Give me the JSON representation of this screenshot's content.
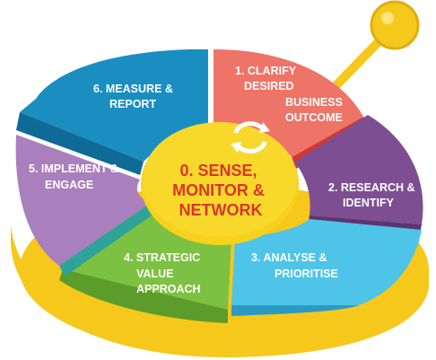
{
  "center": {
    "lines": [
      "0. SENSE,",
      "MONITOR &",
      "NETWORK"
    ],
    "icon": "refresh-cycle-icon",
    "color": "#d9362b",
    "fill": "#f6d21c"
  },
  "segments": [
    {
      "id": "clarify",
      "lines": [
        "1. CLARIFY",
        "DESIRED",
        "BUSINESS",
        "OUTCOME"
      ],
      "color": "#ee7468"
    },
    {
      "id": "research",
      "lines": [
        "2. RESEARCH &",
        "IDENTIFY"
      ],
      "color": "#7d4f92"
    },
    {
      "id": "analyse",
      "lines": [
        "3. ANALYSE &",
        "PRIORITISE"
      ],
      "color": "#4ec4e8"
    },
    {
      "id": "strategic",
      "lines": [
        "4. STRATEGIC",
        "VALUE",
        "APPROACH"
      ],
      "color": "#7dc142"
    },
    {
      "id": "implement",
      "lines": [
        "5. IMPLEMENT &",
        "ENGAGE"
      ],
      "color": "#a97fbd"
    },
    {
      "id": "measure",
      "lines": [
        "6. MEASURE &",
        "REPORT"
      ],
      "color": "#1a8ec1"
    }
  ],
  "base_ring_color": "#f5c81b",
  "pin_icon": "pushpin-icon"
}
